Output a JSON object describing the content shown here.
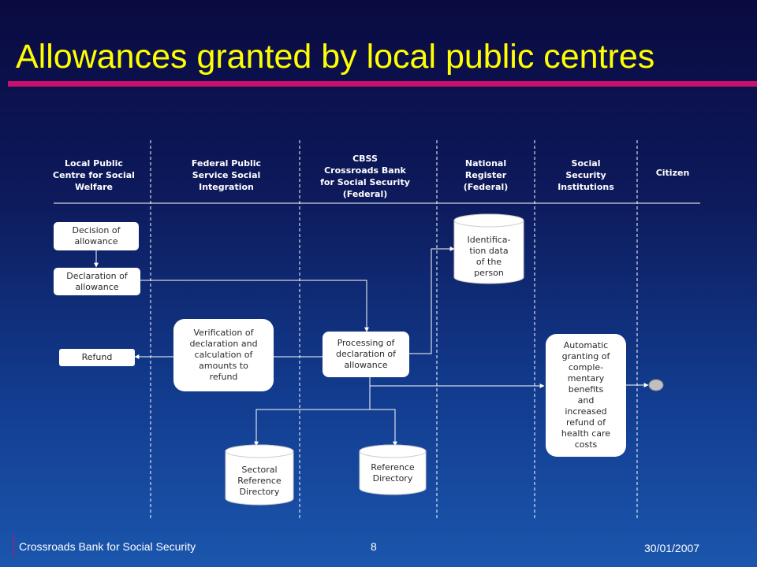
{
  "slide": {
    "title": "Allowances granted by local public centres",
    "footer_left": "Crossroads Bank for Social Security",
    "page_number": "8",
    "date": "30/01/2007"
  },
  "lanes": [
    "Local Public\nCentre for Social\nWelfare",
    "Federal Public\nService Social\nIntegration",
    "CBSS\nCrossroads Bank\nfor Social Security\n(Federal)",
    "National\nRegister\n(Federal)",
    "Social\nSecurity\nInstitutions",
    "Citizen"
  ],
  "nodes": {
    "decision": "Decision of\nallowance",
    "declaration": "Declaration of\nallowance",
    "refund": "Refund",
    "verification": "Verification of\ndeclaration and\ncalculation of\namounts to\nrefund",
    "processing": "Processing of\ndeclaration of\nallowance",
    "identification": "Identifica-\ntion data\nof the\nperson",
    "automatic": "Automatic\ngranting of\ncomple-\nmentary\nbenefits\nand\nincreased\nrefund of\nhealth care\ncosts",
    "sectoral": "Sectoral\nReference\nDirectory",
    "reference": "Reference\nDirectory"
  },
  "colors": {
    "title": "#ffff00",
    "accent_rule": "#c8106e",
    "node_fill": "#ffffff",
    "citizen_dot": "#c0c0c0"
  }
}
